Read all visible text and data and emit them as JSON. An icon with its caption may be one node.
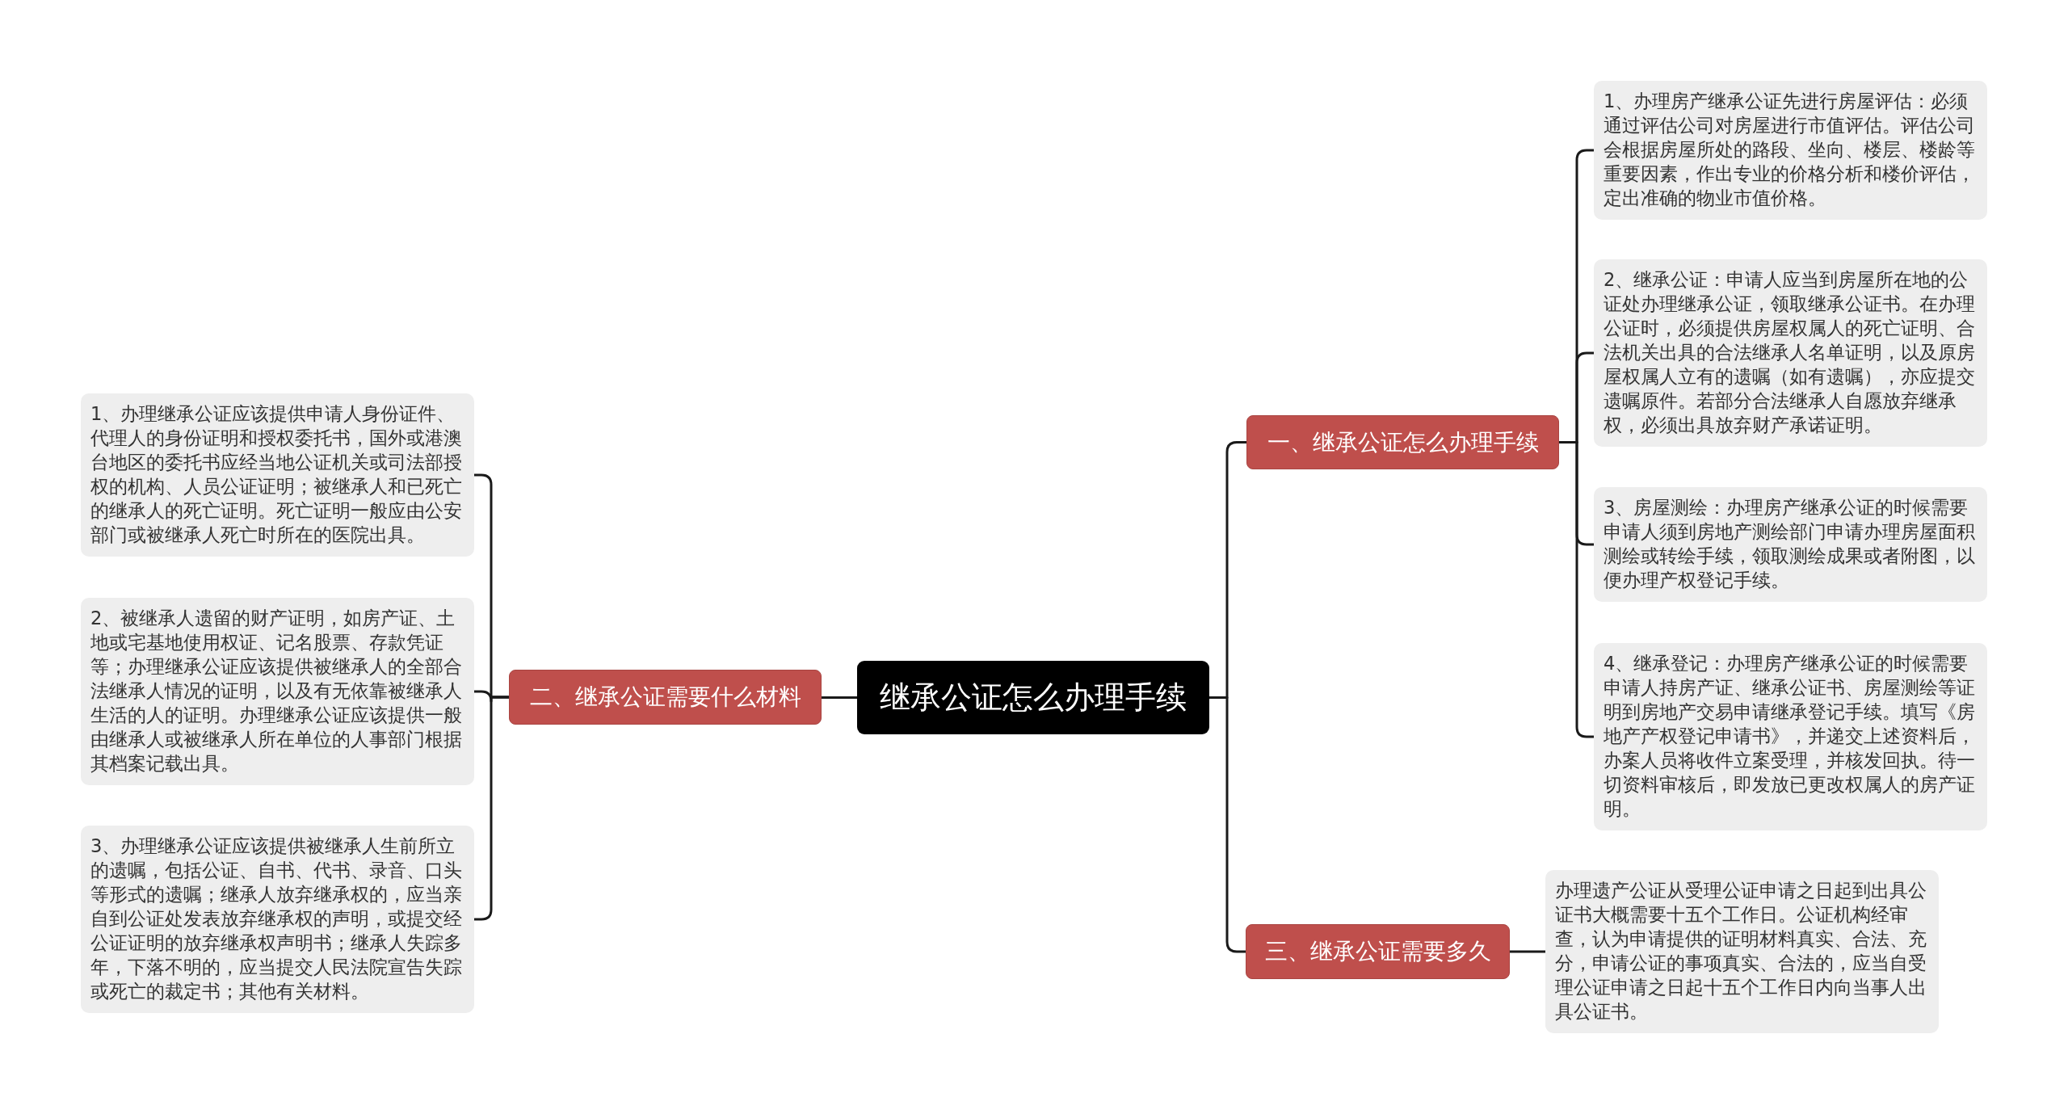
{
  "diagram": {
    "nodes": [
      {
        "text": [
          "继承公证怎么办理手续"
        ]
      },
      {
        "text": [
          "一、继承公证怎么办理手续"
        ]
      },
      {
        "text": [
          "1、办理房产继承公证先进行房屋评估：必须通过评估公司对房屋进行市值评估。评估公司会根据房屋所处的路段、坐向、楼层、楼龄等重要因素，作出专业的价格分析和楼价评估，定出准确的物业市值价格。"
        ]
      },
      {
        "text": [
          "2、继承公证：申请人应当到房屋所在地的公证处办理继承公证，领取继承公证书。在办理公证时，必须提供房屋权属人的死亡证明、合法机关出具的合法继承人名单证明，以及原房屋权属人立有的遗嘱（如有遗嘱），亦应提交遗嘱原件。若部分合法继承人自愿放弃继承权，必须出具放弃财产承诺证明。"
        ]
      },
      {
        "text": [
          "3、房屋测绘：办理房产继承公证的时候需要申请人须到房地产测绘部门申请办理房屋面积测绘或转绘手续，领取测绘成果或者附图，以便办理产权登记手续。"
        ]
      },
      {
        "text": [
          "4、继承登记：办理房产继承公证的时候需要申请人持房产证、继承公证书、房屋测绘等证明到房地产交易申请继承登记手续。填写《房地产产权登记申请书》，并递交上述资料后，办案人员将收件立案受理，并核发回执。待一切资料审核后，即发放已更改权属人的房产证明。"
        ]
      },
      {
        "text": [
          "二、继承公证需要什么材料"
        ]
      },
      {
        "text": [
          "1、办理继承公证应该提供申请人身份证件、代理人的身份证明和授权委托书，国外或港澳台地区的委托书应经当地公证机关或司法部授权的机构、人员公证证明；被继承人和已死亡的继承人的死亡证明。死亡证明一般应由公安部门或被继承人死亡时所在的医院出具。"
        ]
      },
      {
        "text": [
          "2、被继承人遗留的财产证明，如房产证、土地或宅基地使用权证、记名股票、存款凭证等；办理继承公证应该提供被继承人的全部合法继承人情况的证明，以及有无依靠被继承人生活的人的证明。办理继承公证应该提供一般由继承人或被继承人所在单位的人事部门根据其档案记载出具。"
        ]
      },
      {
        "text": [
          "3、办理继承公证应该提供被继承人生前所立的遗嘱，包括公证、自书、代书、录音、口头等形式的遗嘱；继承人放弃继承权的，应当亲自到公证处发表放弃继承权的声明，或提交经公证证明的放弃继承权声明书；继承人失踪多年，下落不明的，应当提交人民法院宣告失踪或死亡的裁定书；其他有关材料。"
        ]
      },
      {
        "text": [
          "三、继承公证需要多久"
        ]
      },
      {
        "text": [
          "办理遗产公证从受理公证申请之日起到出具公证书大概需要十五个工作日。公证机构经审查，认为申请提供的证明材料真实、合法、充分，申请公证的事项真实、合法的，应当自受理公证申请之日起十五个工作日内向当事人出具公证书。"
        ]
      }
    ],
    "edges": [
      {
        "from": 0,
        "to": 1,
        "arrow": "none"
      },
      {
        "from": 1,
        "to": 2,
        "arrow": "none"
      },
      {
        "from": 1,
        "to": 3,
        "arrow": "none"
      },
      {
        "from": 1,
        "to": 4,
        "arrow": "none"
      },
      {
        "from": 1,
        "to": 5,
        "arrow": "none"
      },
      {
        "from": 0,
        "to": 6,
        "arrow": "none"
      },
      {
        "from": 6,
        "to": 7,
        "arrow": "none"
      },
      {
        "from": 6,
        "to": 8,
        "arrow": "none"
      },
      {
        "from": 6,
        "to": 9,
        "arrow": "none"
      },
      {
        "from": 0,
        "to": 10,
        "arrow": "none"
      },
      {
        "from": 10,
        "to": 11,
        "arrow": "none"
      }
    ]
  }
}
